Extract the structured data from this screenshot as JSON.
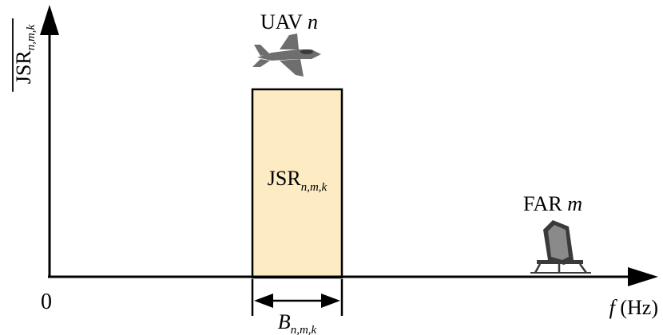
{
  "diagram": {
    "colors": {
      "axis": "#000000",
      "band_fill": "#FCEBC3",
      "band_stroke": "#000000",
      "aircraft": "#6E6E6E",
      "radar": "#3A3A3A"
    },
    "y_axis_label": {
      "main": "JSR",
      "subscript": "n,m,k"
    },
    "origin_label": "0",
    "x_axis_label": {
      "variable": "f",
      "unit": " (Hz)"
    },
    "band": {
      "label_main": "JSR",
      "label_subscript": "n,m,k",
      "width_label_main": "B",
      "width_label_subscript": "n,m,k"
    },
    "uav": {
      "label_main": "UAV ",
      "label_index": "n",
      "icon": "fighter-jet-icon"
    },
    "far": {
      "label_main": "FAR ",
      "label_index": "m",
      "icon": "radar-antenna-icon"
    }
  }
}
